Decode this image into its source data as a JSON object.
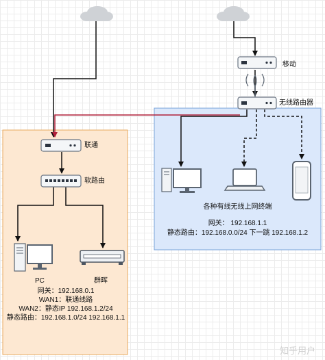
{
  "colors": {
    "left_zone_fill": "#fde8d2",
    "left_zone_border": "#e8a85c",
    "right_zone_fill": "#dbe8fb",
    "right_zone_border": "#7aa3d9",
    "cross_link": "#b0203a"
  },
  "icons": {
    "clouds": [
      "cloud-icon",
      "cloud-icon"
    ],
    "devices": [
      "modem-icon",
      "router-icon",
      "switch-icon",
      "desktop-pc-icon",
      "server-icon",
      "laptop-icon",
      "phone-icon"
    ]
  },
  "nodes": {
    "mobile_modem": "移动",
    "wireless_router": "无线路由器",
    "unicom_modem": "联通",
    "soft_router": "软路由",
    "pc": "PC",
    "nas": "群晖",
    "wireless_clients": "各种有线无线上网终端"
  },
  "right_notes": {
    "gateway": "网关：  192.168.1.1",
    "static_route": "静态路由：192.168.0.0/24 下一跳 192.168.1.2"
  },
  "left_notes": {
    "gateway": "网关：192.168.0.1",
    "wan1": "WAN1：联通线路",
    "wan2": "WAN2：静态IP 192.168.1.2/24",
    "static_route": "静态路由：192.168.1.0/24 192.168.1.1"
  },
  "watermark": "知乎用户"
}
